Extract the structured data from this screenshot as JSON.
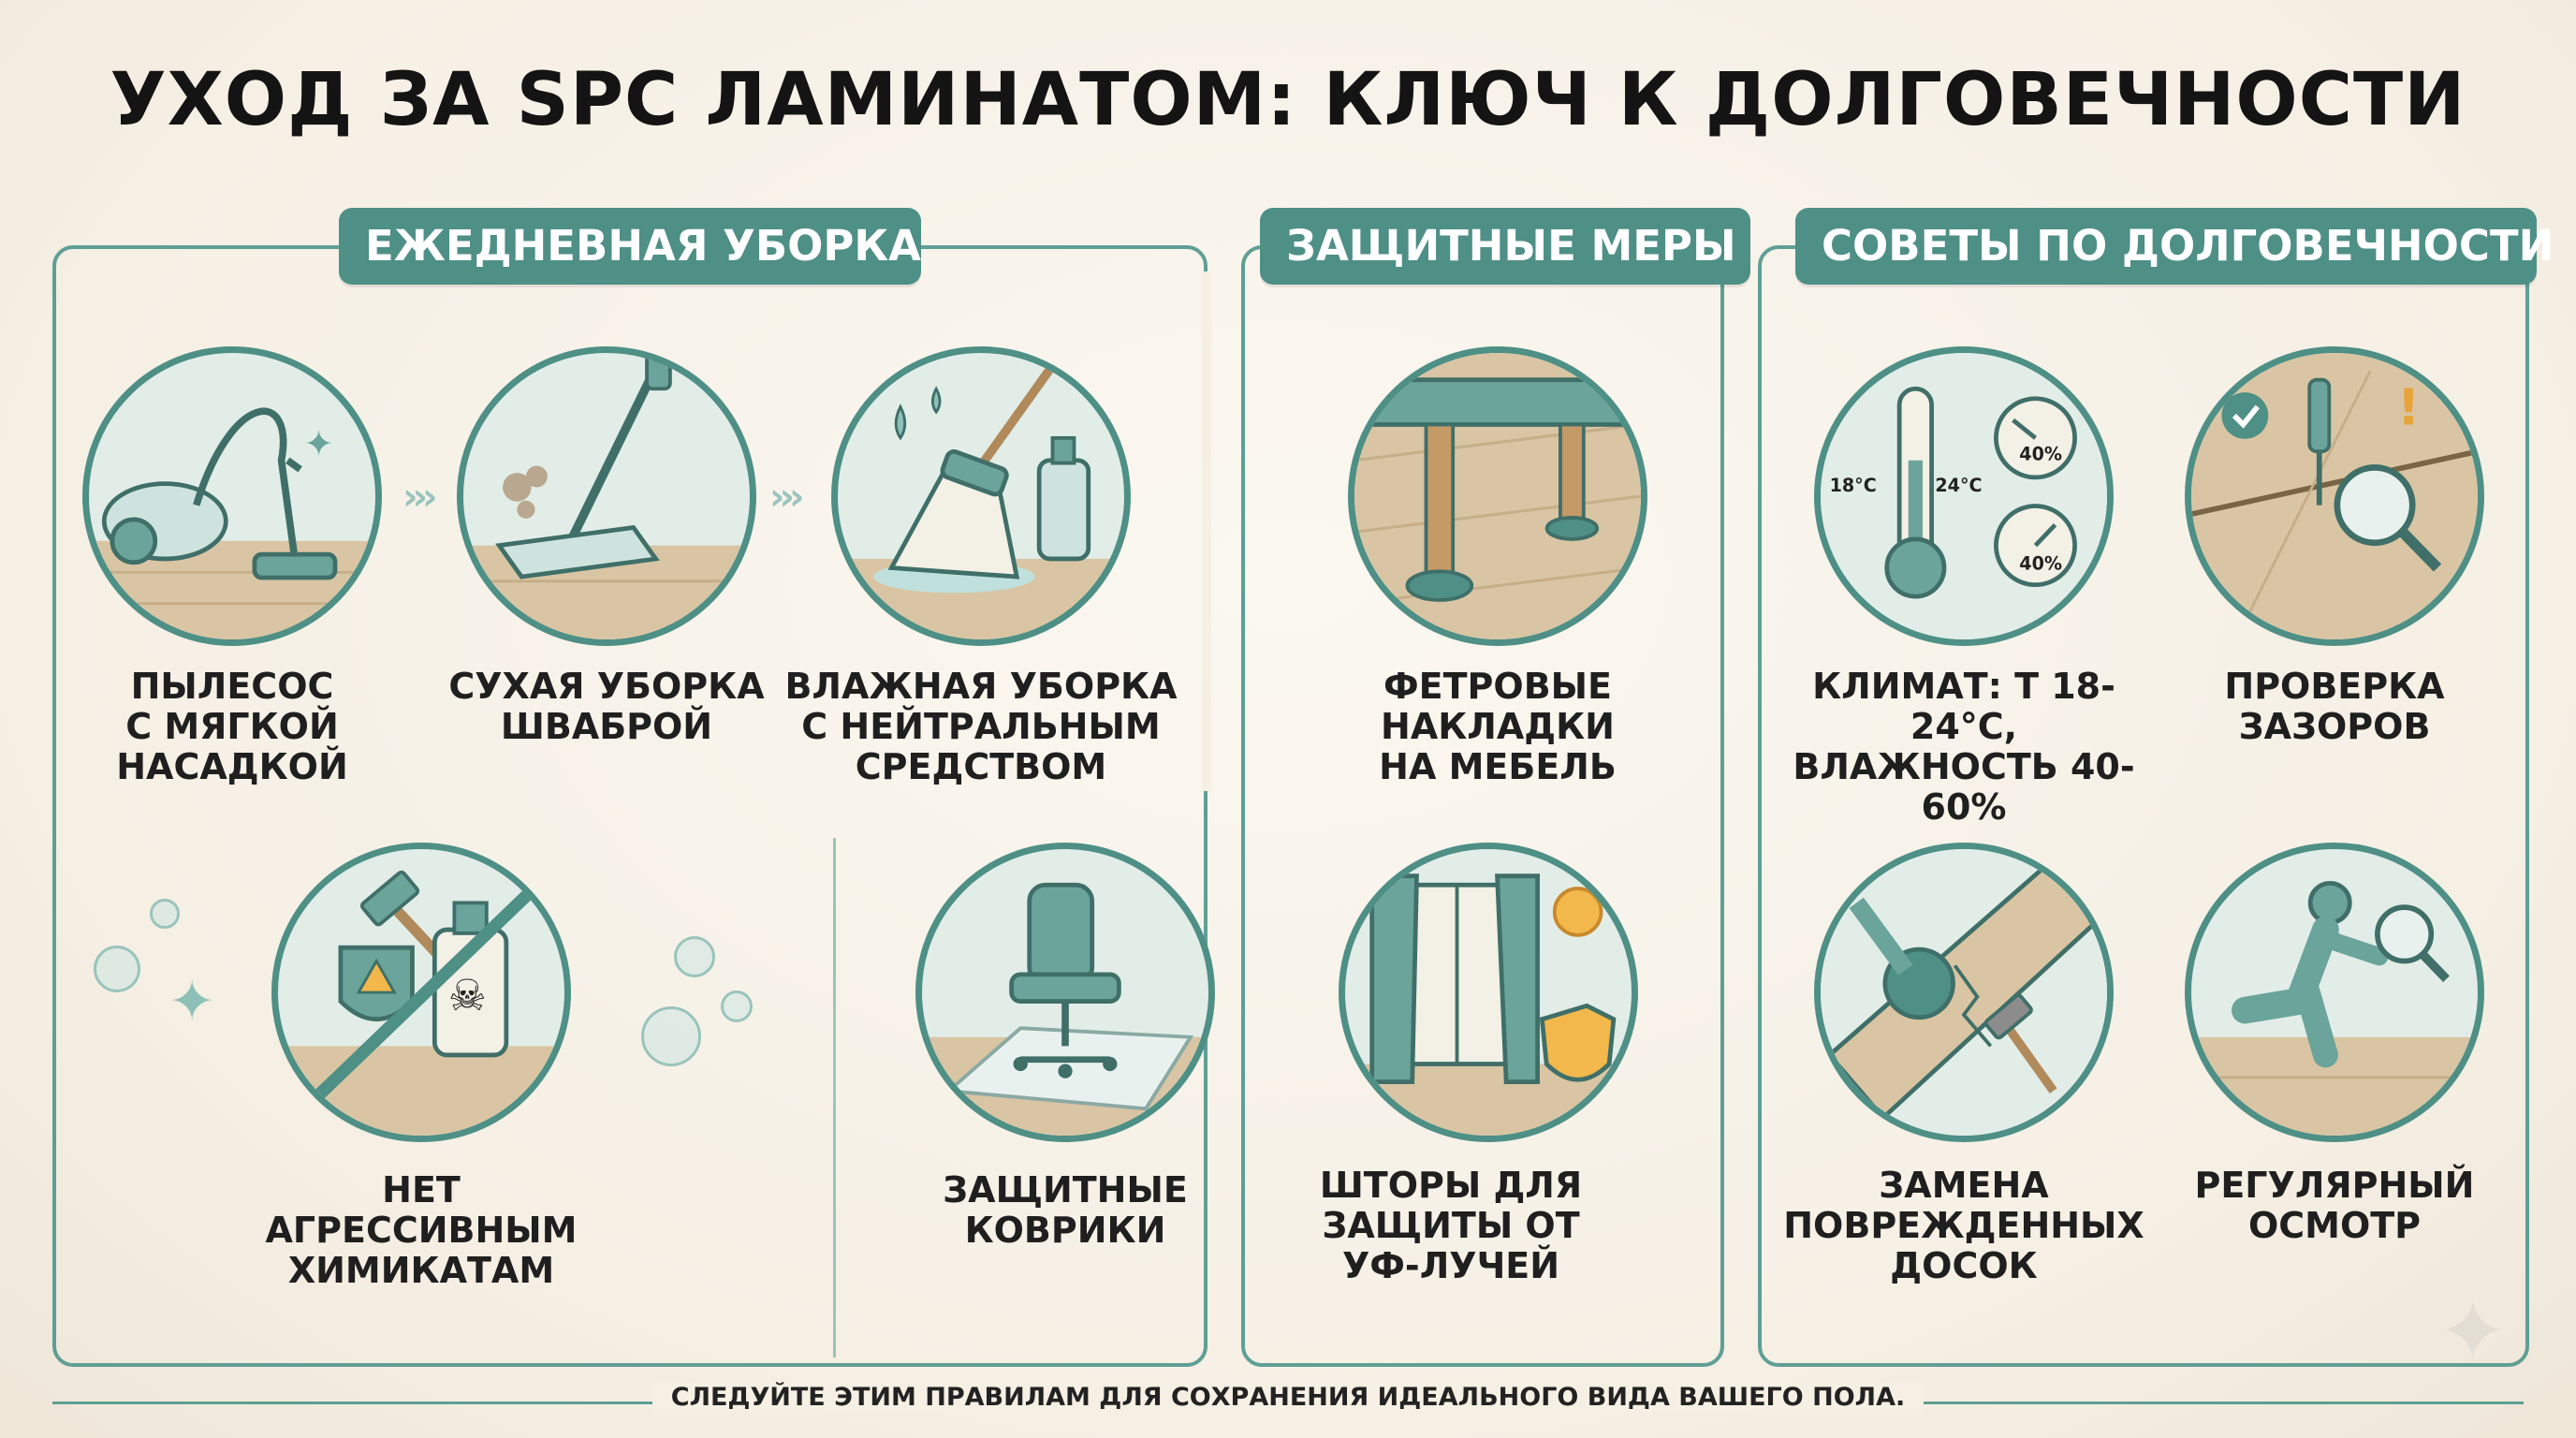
{
  "title": "УХОД ЗА SPC ЛАМИНАТОМ: КЛЮЧ К ДОЛГОВЕЧНОСТИ",
  "colors": {
    "accent": "#4e8f86",
    "border": "#5f9f95",
    "background": "#f5efe4",
    "warning": "#f2b84b"
  },
  "sections": {
    "daily": {
      "tag": "ЕЖЕДНЕВНАЯ УБОРКА",
      "items": [
        {
          "icon": "vacuum-cleaner-icon",
          "label": "ПЫЛЕСОС\nС МЯГКОЙ\nНАСАДКОЙ"
        },
        {
          "icon": "dry-mop-icon",
          "label": "СУХАЯ УБОРКА\nШВАБРОЙ"
        },
        {
          "icon": "wet-mop-icon",
          "label": "ВЛАЖНАЯ УБОРКА\nС НЕЙТРАЛЬНЫМ\nСРЕДСТВОМ"
        },
        {
          "icon": "no-chemicals-icon",
          "label": "НЕТ АГРЕССИВНЫМ\nХИМИКАТАМ"
        }
      ]
    },
    "protective": {
      "tag": "ЗАЩИТНЫЕ МЕРЫ",
      "items": [
        {
          "icon": "felt-pads-icon",
          "label": "ФЕТРОВЫЕ\nНАКЛАДКИ\nНА МЕБЕЛЬ"
        },
        {
          "icon": "chair-mat-icon",
          "label": "ЗАЩИТНЫЕ\nКОВРИКИ"
        },
        {
          "icon": "curtains-sun-icon",
          "label": "ШТОРЫ ДЛЯ\nЗАЩИТЫ ОТ\nУФ-ЛУЧЕЙ"
        }
      ]
    },
    "longevity": {
      "tag": "СОВЕТЫ ПО ДОЛГОВЕЧНОСТИ",
      "items": [
        {
          "icon": "climate-thermometer-icon",
          "label": "КЛИМАТ: Т 18-24°C,\nВЛАЖНОСТЬ 40-60%",
          "gauge_texts": {
            "t_low": "18°C",
            "t_high": "24°C",
            "h1": "40%",
            "h2": "40%"
          }
        },
        {
          "icon": "gap-inspection-icon",
          "label": "ПРОВЕРКА\nЗАЗОРОВ"
        },
        {
          "icon": "board-replacement-icon",
          "label": "ЗАМЕНА\nПОВРЕЖДЕННЫХ\nДОСОК"
        },
        {
          "icon": "regular-inspection-icon",
          "label": "РЕГУЛЯРНЫЙ\nОСМОТР"
        }
      ]
    }
  },
  "footer": "СЛЕДУЙТЕ ЭТИМ ПРАВИЛАМ ДЛЯ СОХРАНЕНИЯ ИДЕАЛЬНОГО ВИДА ВАШЕГО ПОЛА."
}
